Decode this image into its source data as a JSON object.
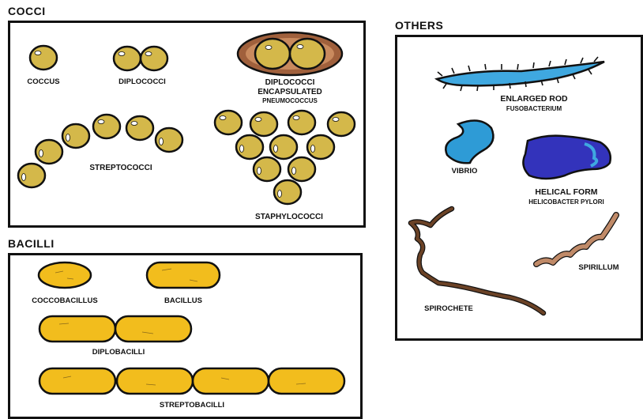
{
  "sections": {
    "cocci": {
      "title": "COCCI",
      "coccus": "COCCUS",
      "diplococci": "DIPLOCOCCI",
      "diplococci_encapsulated_1": "DIPLOCOCCI",
      "diplococci_encapsulated_2": "ENCAPSULATED",
      "pneumococcus": "PNEUMOCOCCUS",
      "streptococci": "STREPTOCOCCI",
      "staphylococci": "STAPHYLOCOCCI"
    },
    "bacilli": {
      "title": "BACILLI",
      "coccobacillus": "COCCOBACILLUS",
      "bacillus": "BACILLUS",
      "diplobacilli": "DIPLOBACILLI",
      "streptobacilli": "STREPTOBACILLI"
    },
    "others": {
      "title": "OTHERS",
      "enlarged_rod": "ENLARGED ROD",
      "fusobacterium": "FUSOBACTERIUM",
      "vibrio": "VIBRIO",
      "helical_form": "HELICAL FORM",
      "helicobacter": "HELICOBACTER PYLORI",
      "spirillum": "SPIRILLUM",
      "spirochete": "SPIROCHETE"
    }
  },
  "colors": {
    "coccus_fill": "#d4b84a",
    "bacillus_fill": "#f2bd1d",
    "capsule": "#a0603c",
    "fusobacterium": "#3fa8e0",
    "vibrio": "#2e9bd6",
    "helicobacter": "#3333bb",
    "spirillum": "#c08a68",
    "spirochete": "#6b4226",
    "outline": "#111111"
  }
}
